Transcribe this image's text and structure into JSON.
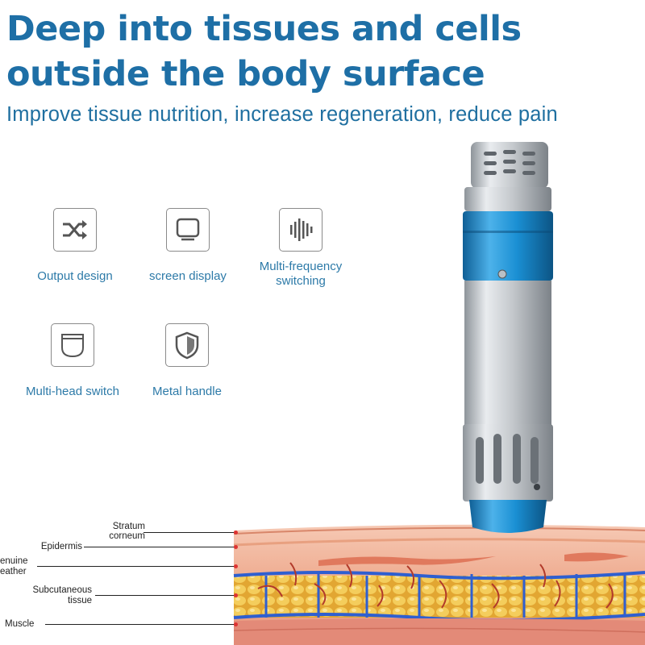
{
  "heading": {
    "title": "Deep into tissues and cells outside the body surface",
    "subtitle": "Improve tissue nutrition, increase regeneration, reduce pain"
  },
  "features": [
    {
      "label": "Output design",
      "icon": "shuffle-icon"
    },
    {
      "label": "screen display",
      "icon": "monitor-icon"
    },
    {
      "label": "Multi-frequency switching",
      "icon": "waveform-icon"
    },
    {
      "label": "Multi-head switch",
      "icon": "head-icon"
    },
    {
      "label": "Metal handle",
      "icon": "shield-icon"
    }
  ],
  "skin_layers": {
    "stratum_corneum": "Stratum corneum",
    "epidermis": "Epidermis",
    "genuine_leather": "enuine eather",
    "subcutaneous": "Subcutaneous tissue",
    "muscle": "Muscle"
  },
  "colors": {
    "title": "#1e6fa6",
    "label": "#2d7aa8",
    "device_blue": "#1a8fd3",
    "device_silver": "#c4c8cc",
    "skin": "#f0b49a",
    "fat": "#f2c34a",
    "vessel": "#2f5fd0"
  }
}
